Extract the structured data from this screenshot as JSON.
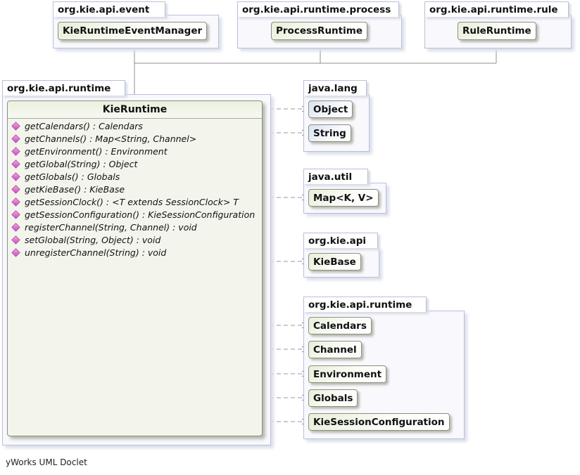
{
  "packages": {
    "event": {
      "name": "org.kie.api.event",
      "class": "KieRuntimeEventManager"
    },
    "process": {
      "name": "org.kie.api.runtime.process",
      "class": "ProcessRuntime"
    },
    "rule": {
      "name": "org.kie.api.runtime.rule",
      "class": "RuleRuntime"
    },
    "runtime_main": {
      "name": "org.kie.api.runtime"
    },
    "java_lang": {
      "name": "java.lang",
      "classes": [
        "Object",
        "String"
      ]
    },
    "java_util": {
      "name": "java.util",
      "classes": [
        "Map<K, V>"
      ]
    },
    "kie_api": {
      "name": "org.kie.api",
      "classes": [
        "KieBase"
      ]
    },
    "runtime_deps": {
      "name": "org.kie.api.runtime",
      "classes": [
        "Calendars",
        "Channel",
        "Environment",
        "Globals",
        "KieSessionConfiguration"
      ]
    }
  },
  "main_class": {
    "name": "KieRuntime",
    "methods": [
      {
        "name": "getCalendars()",
        "type": ": Calendars"
      },
      {
        "name": "getChannels()",
        "type": ": Map<String, Channel>"
      },
      {
        "name": "getEnvironment()",
        "type": ": Environment"
      },
      {
        "name": "getGlobal(String)",
        "type": ": Object"
      },
      {
        "name": "getGlobals()",
        "type": ": Globals"
      },
      {
        "name": "getKieBase()",
        "type": ": KieBase"
      },
      {
        "name": "getSessionClock()",
        "type": ": <T extends SessionClock> T"
      },
      {
        "name": "getSessionConfiguration()",
        "type": ": KieSessionConfiguration"
      },
      {
        "name": "registerChannel(String, Channel)",
        "type": ": void"
      },
      {
        "name": "setGlobal(String, Object)",
        "type": ": void"
      },
      {
        "name": "unregisterChannel(String)",
        "type": ": void"
      }
    ]
  },
  "footer": "yWorks UML Doclet",
  "colors": {
    "package_border": "#b8c0d8",
    "class_gradient_green": "#e7efd9",
    "class_gradient_blue": "#d8e2f2",
    "method_icon": "#c84fb8",
    "connector": "#909090"
  }
}
